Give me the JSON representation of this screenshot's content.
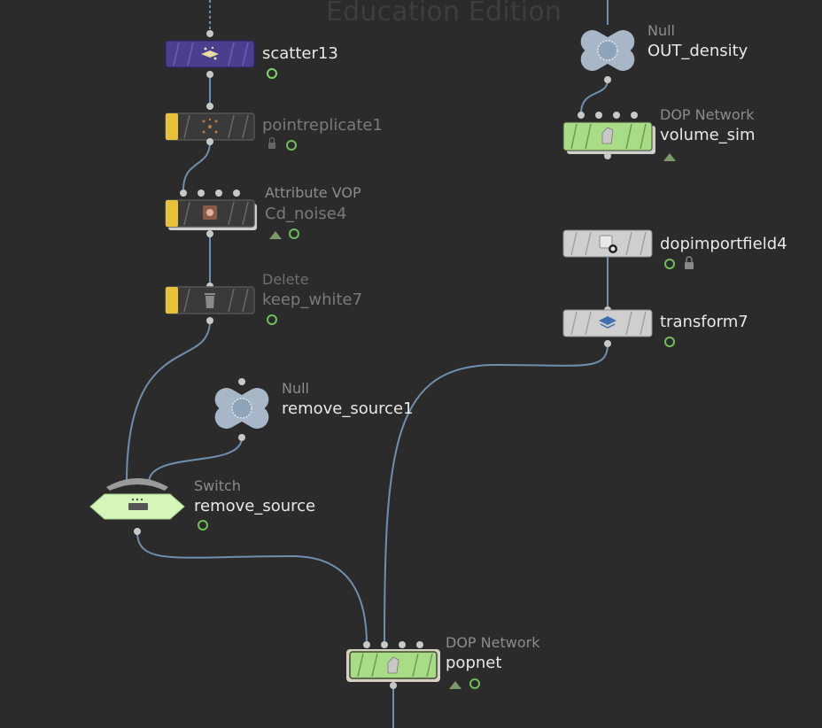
{
  "watermark": "Education Edition",
  "nodes": {
    "scatter": {
      "name": "scatter13"
    },
    "pointreplicate": {
      "name": "pointreplicate1"
    },
    "attribvop": {
      "type": "Attribute VOP",
      "name": "Cd_noise4"
    },
    "delete": {
      "type": "Delete",
      "name": "keep_white7"
    },
    "null_remove": {
      "type": "Null",
      "name": "remove_source1"
    },
    "switch": {
      "type": "Switch",
      "name": "remove_source"
    },
    "popnet": {
      "type": "DOP Network",
      "name": "popnet"
    },
    "null_out": {
      "type": "Null",
      "name": "OUT_density"
    },
    "volume_sim": {
      "type": "DOP Network",
      "name": "volume_sim"
    },
    "dopimport": {
      "name": "dopimportfield4"
    },
    "transform": {
      "name": "transform7"
    }
  },
  "colors": {
    "background": "#2b2b2b",
    "wire": "#6f8fae",
    "scatter": "#4a3f8f",
    "grey_node": "#cfcfcf",
    "green_node": "#c6f0a0",
    "yellow_flag": "#e8c23a",
    "null_node": "#a7b7c7"
  }
}
